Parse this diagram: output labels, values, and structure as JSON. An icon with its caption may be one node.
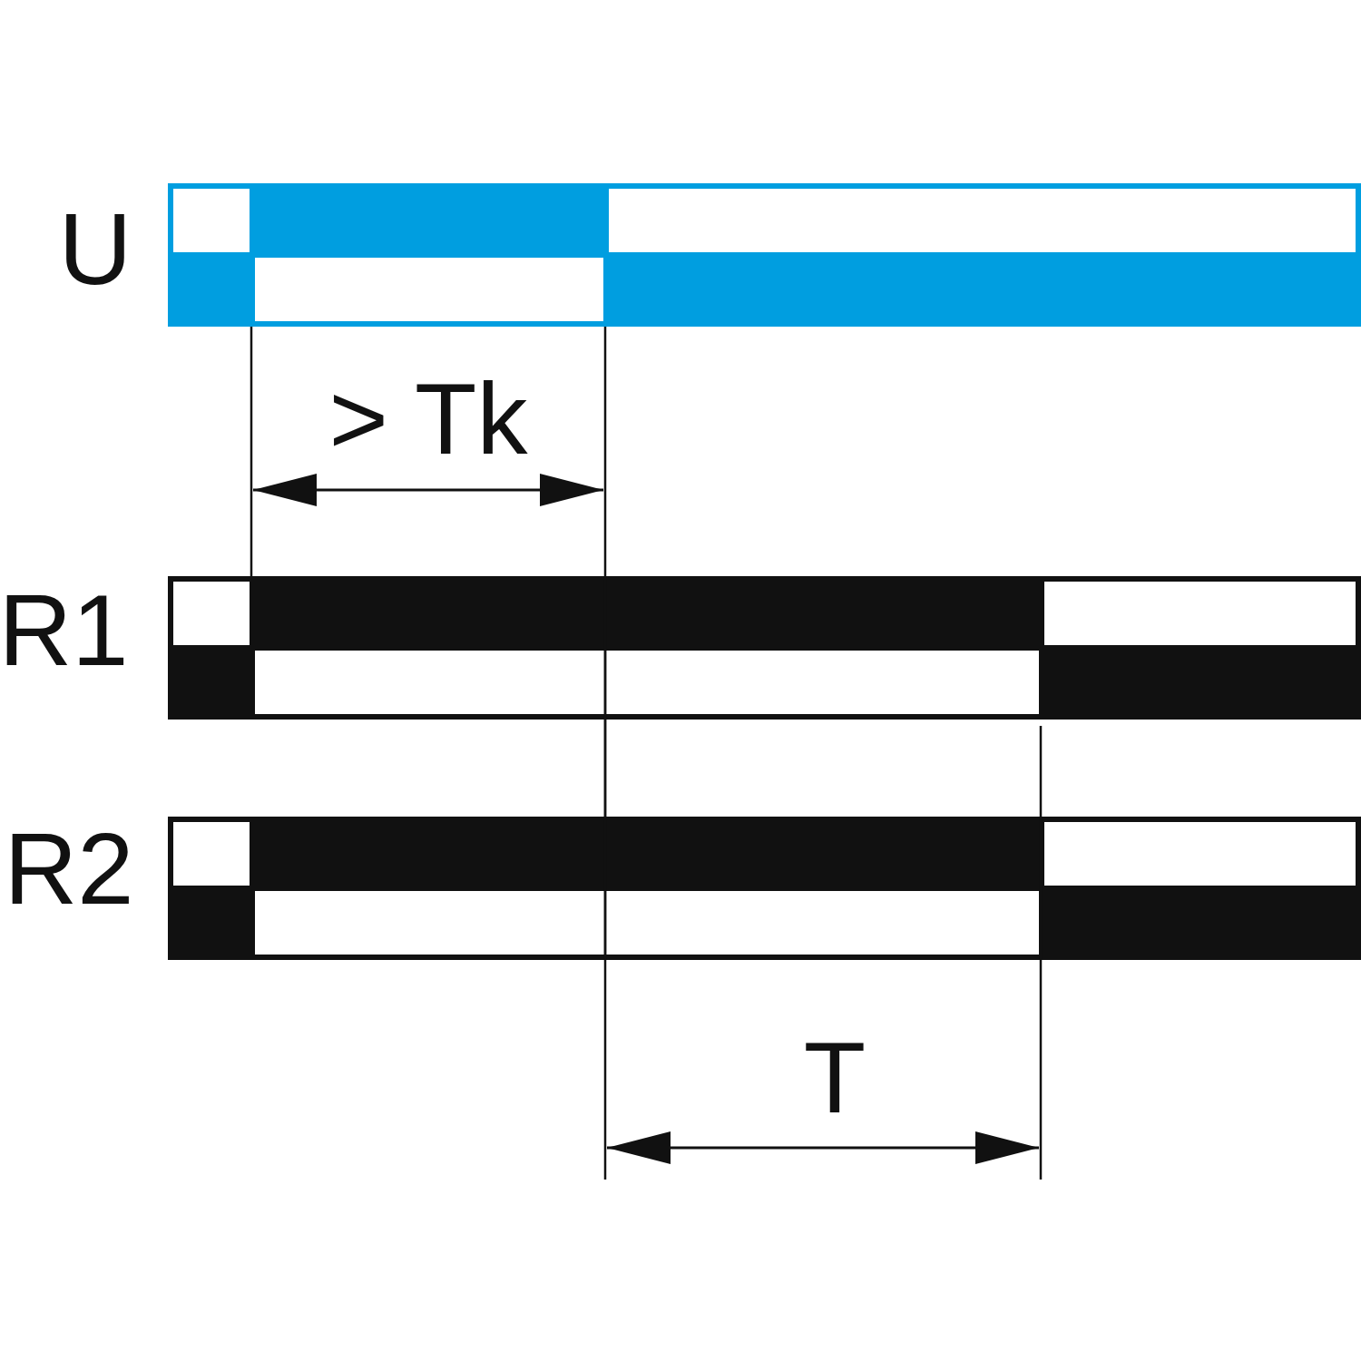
{
  "diagram": {
    "labels": [
      "U",
      "> Tk",
      "R1",
      "R2",
      "T"
    ]
  }
}
